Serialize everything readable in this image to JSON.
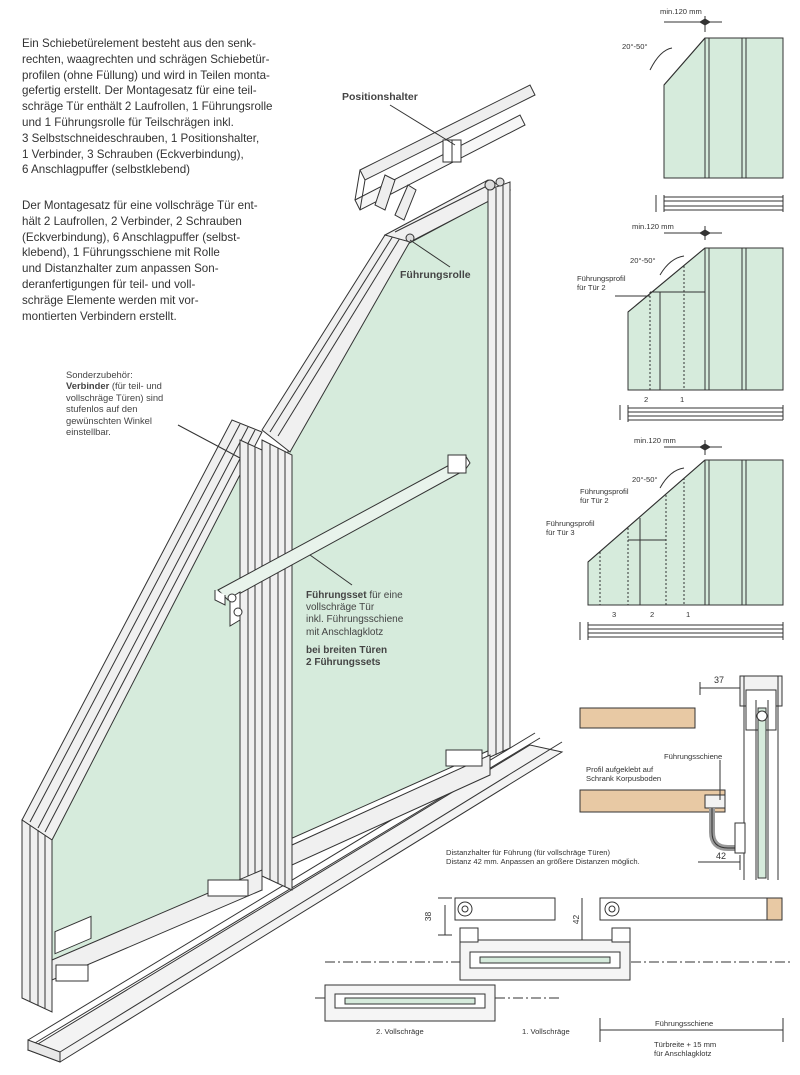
{
  "intro": {
    "paragraph1": [
      "Ein Schiebetürelement besteht aus den senk-",
      "rechten, waagrechten und schrägen Schiebetür-",
      "profilen (ohne Füllung) und wird in Teilen monta-",
      "gefertig erstellt. Der Montagesatz für eine teil-",
      "schräge Tür enthält 2 Laufrollen, 1 Führungsrolle",
      "und 1 Führungsrolle für Teilschrägen inkl.",
      "3 Selbstschneideschrauben, 1 Positionshalter,",
      "1 Verbinder, 3 Schrauben (Eckverbindung),",
      "6 Anschlagpuffer (selbstklebend)"
    ],
    "paragraph2": [
      "Der Montagesatz für eine vollschräge Tür ent-",
      "hält 2 Laufrollen, 2 Verbinder, 2 Schrauben",
      "(Eckverbindung), 6 Anschlagpuffer (selbst-",
      "klebend), 1 Führungsschiene mit Rolle",
      "und Distanzhalter zum anpassen Son-",
      "deranfertigungen für teil- und voll-",
      "schräge Elemente werden mit vor-",
      "montierten Verbindern erstellt."
    ]
  },
  "callouts": {
    "positionshalter": "Positionshalter",
    "fuehrungsrolle": "Führungsrolle",
    "sonder_line1": "Sonderzubehör:",
    "sonder_bold": "Verbinder",
    "sonder_line2_rest": " (für teil- und",
    "sonder_line3": "vollschräge Türen) sind",
    "sonder_line4": "stufenlos auf den",
    "sonder_line5": "gewünschten Winkel",
    "sonder_line6": "einstellbar.",
    "set_bold": "Führungsset",
    "set_line1_rest": " für eine",
    "set_line2": "vollschräge Tür",
    "set_line3": "inkl. Führungsschiene",
    "set_line4": "mit Anschlagklotz",
    "set_bold2": "bei breiten Türen",
    "set_bold3": "2 Führungssets"
  },
  "elevations": {
    "min_dim": "min.120 mm",
    "angle": "20°-50°",
    "profil_tuer2_l1": "Führungsprofil",
    "profil_tuer2_l2": "für Tür 2",
    "profil_tuer3_l1": "Führungsprofil",
    "profil_tuer3_l2": "für Tür 3",
    "num1": "1",
    "num2": "2",
    "num3": "3"
  },
  "details": {
    "dim_37": "37",
    "fuehrungsschiene": "Führungsschiene",
    "profil_l1": "Profil aufgeklebt auf",
    "profil_l2": "Schrank Korpusboden",
    "dim_42a": "42",
    "distanz_l1": "Distanzhalter für Führung (für vollschräge Türen)",
    "distanz_l2": "Distanz 42 mm. Anpassen an größere Distanzen möglich.",
    "dim_38": "38",
    "dim_42b": "42",
    "vollschraege2": "2. Vollschräge",
    "vollschraege1": "1. Vollschräge",
    "fuehrungsschiene2": "Führungsschiene",
    "tuerbreite_l1": "Türbreite + 15 mm",
    "tuerbreite_l2": "für Anschlagklotz"
  },
  "colors": {
    "glass": "#d6ebdc",
    "wood": "#e8c9a4",
    "frame": "#f2f2f2",
    "line": "#333333"
  }
}
